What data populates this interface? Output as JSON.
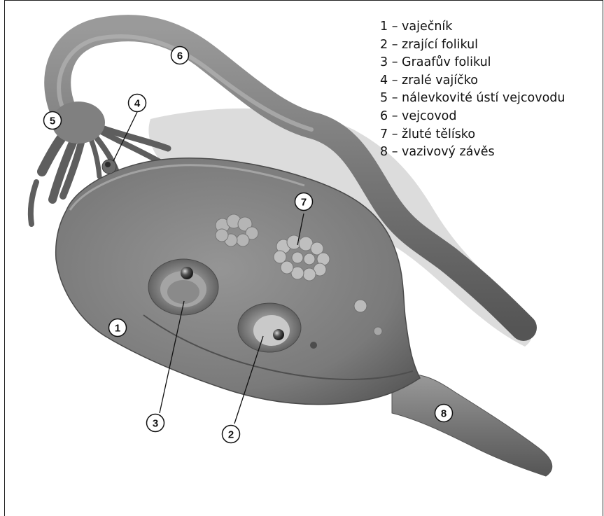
{
  "legend": [
    {
      "num": "1",
      "label": "1 – vaječník"
    },
    {
      "num": "2",
      "label": "2 – zrající folikul"
    },
    {
      "num": "3",
      "label": "3 – Graafův folikul"
    },
    {
      "num": "4",
      "label": "4 – zralé vajíčko"
    },
    {
      "num": "5",
      "label": "5 – nálevkovité ústí vejcovodu"
    },
    {
      "num": "6",
      "label": "6 – vejcovod"
    },
    {
      "num": "7",
      "label": "7 – žluté tělísko"
    },
    {
      "num": "8",
      "label": "8 – vazivový závěs"
    }
  ],
  "callouts": [
    "1",
    "2",
    "3",
    "4",
    "5",
    "6",
    "7",
    "8"
  ],
  "colors": {
    "tissue": "#7d7d7d",
    "tissue_dark": "#555555",
    "tissue_light": "#a8a8a8",
    "shadow": "#d4d4d4",
    "border": "#222222"
  }
}
